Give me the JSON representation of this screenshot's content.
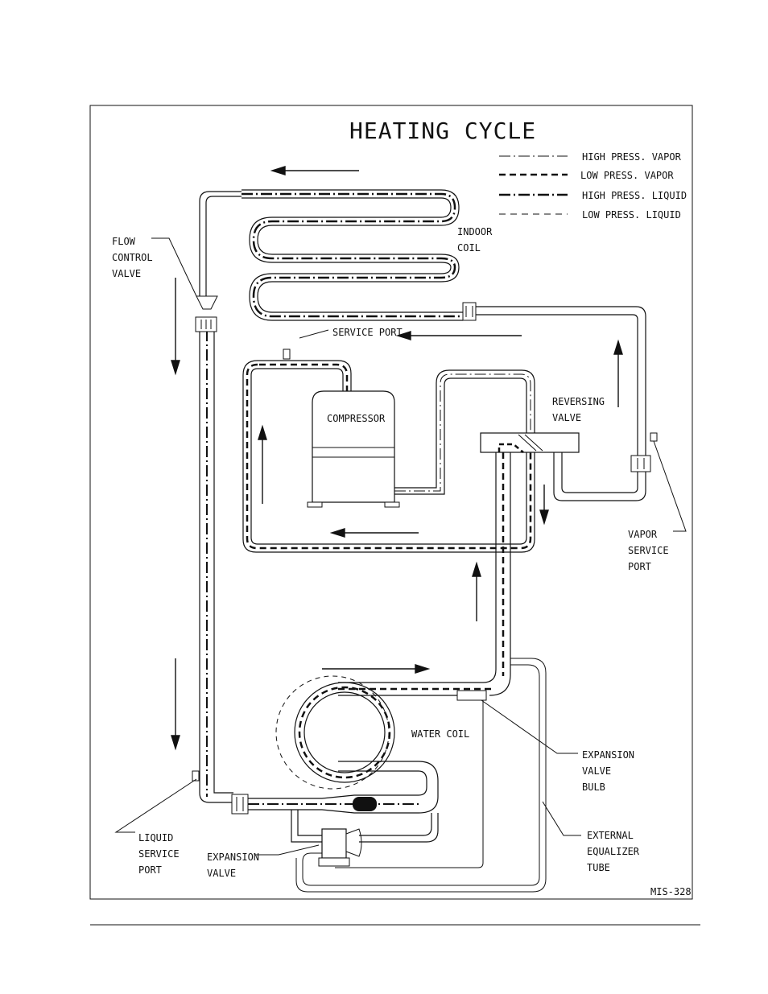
{
  "title": "HEATING CYCLE",
  "legend": [
    {
      "label": "HIGH PRESS. VAPOR",
      "style": "dash-dot-thin"
    },
    {
      "label": "LOW PRESS. VAPOR",
      "style": "dashed-thick"
    },
    {
      "label": "HIGH PRESS. LIQUID",
      "style": "dash-dot-thick"
    },
    {
      "label": "LOW PRESS. LIQUID",
      "style": "dashed-thin"
    }
  ],
  "labels": {
    "flow_control_valve": [
      "FLOW",
      "CONTROL",
      "VALVE"
    ],
    "indoor_coil": [
      "INDOOR",
      "COIL"
    ],
    "service_port": "SERVICE PORT",
    "compressor": "COMPRESSOR",
    "reversing_valve": [
      "REVERSING",
      "VALVE"
    ],
    "vapor_service_port": [
      "VAPOR",
      "SERVICE",
      "PORT"
    ],
    "water_coil": "WATER COIL",
    "expansion_valve_bulb": [
      "EXPANSION",
      "VALVE",
      "BULB"
    ],
    "external_equalizer_tube": [
      "EXTERNAL",
      "EQUALIZER",
      "TUBE"
    ],
    "liquid_service_port": [
      "LIQUID",
      "SERVICE",
      "PORT"
    ],
    "expansion_valve": [
      "EXPANSION",
      "VALVE"
    ]
  },
  "drawing_id": "MIS-328",
  "colors": {
    "ink": "#111111",
    "background": "#ffffff"
  }
}
